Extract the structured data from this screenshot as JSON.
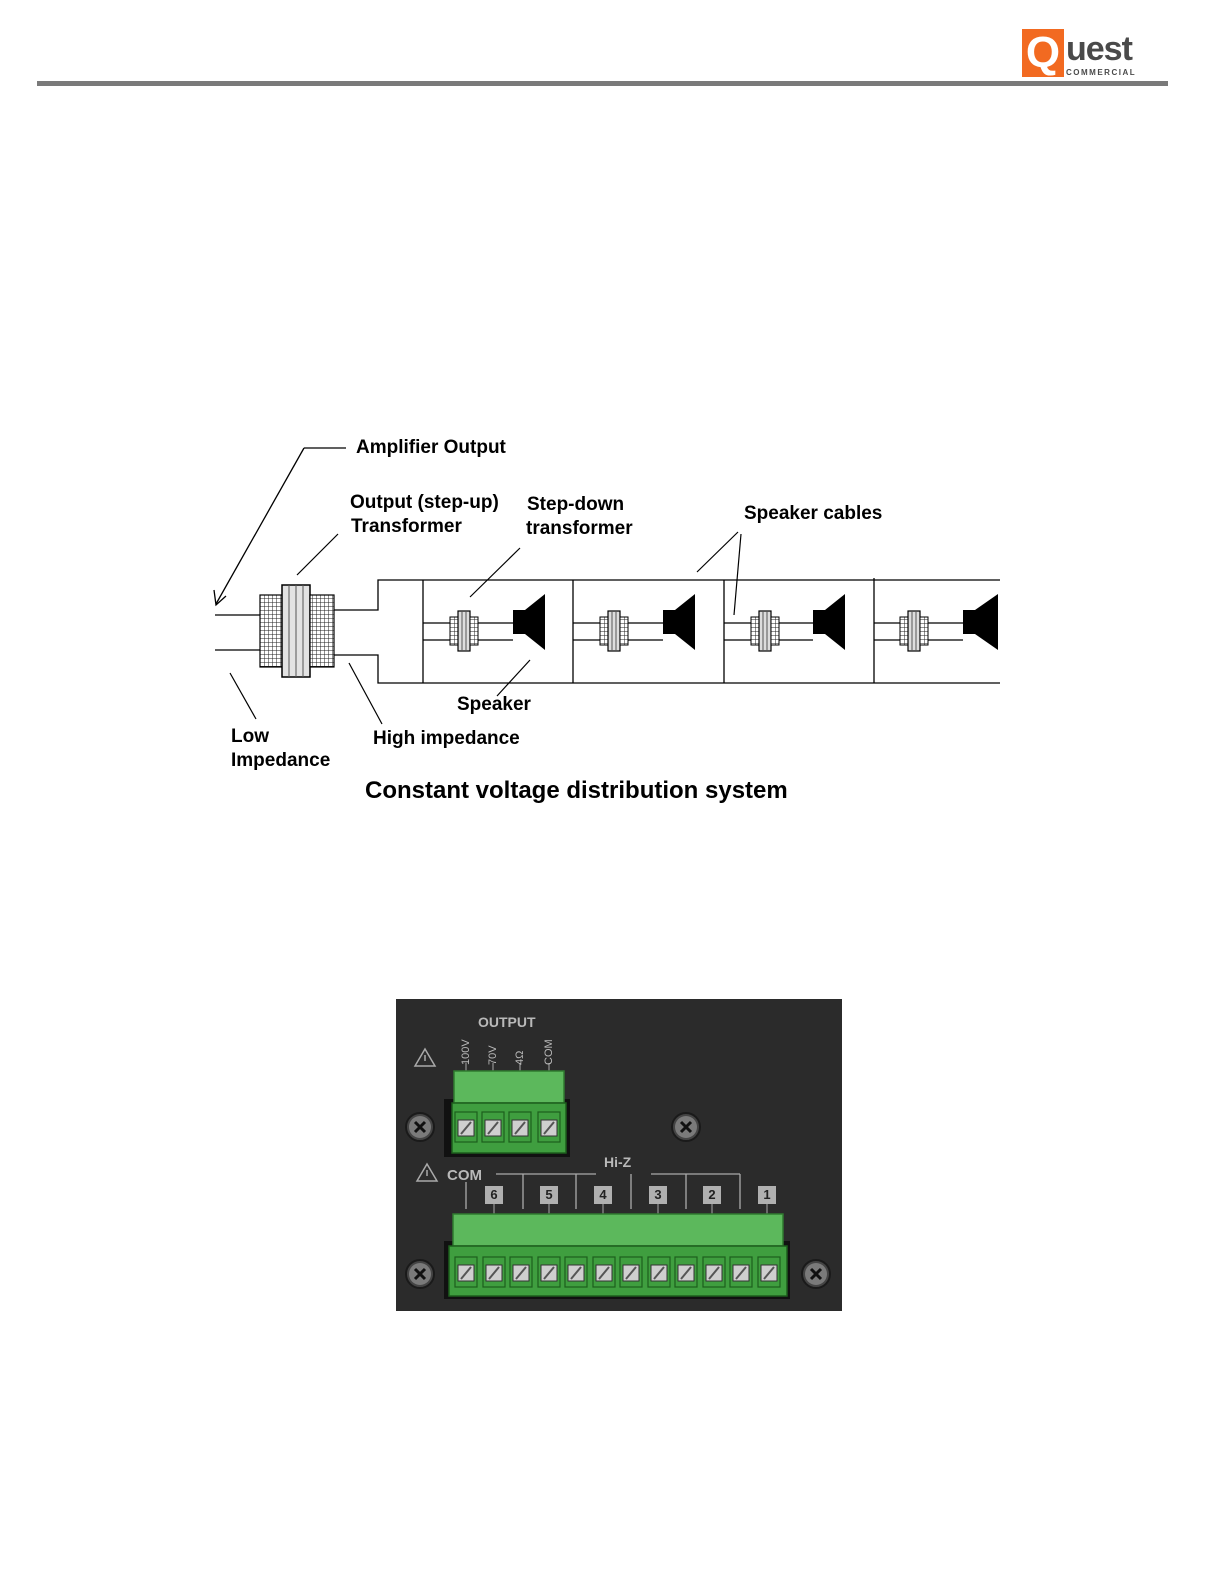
{
  "header": {
    "logo_text": "Quest",
    "logo_subtext": "COMMERCIAL",
    "brand_color": "#f26a21"
  },
  "diagram": {
    "labels": {
      "amplifier_output": "Amplifier Output",
      "step_up_line1": "Output (step-up)",
      "step_up_line2": "Transformer",
      "step_down_line1": "Step-down",
      "step_down_line2": "transformer",
      "speaker_cables": "Speaker cables",
      "speaker": "Speaker",
      "low_line1": "Low",
      "low_line2": "Impedance",
      "high_impedance": "High impedance"
    },
    "caption": "Constant voltage distribution system"
  },
  "panel": {
    "output_label": "OUTPUT",
    "output_terminals": [
      "100V",
      "70V",
      "4Ω",
      "COM"
    ],
    "com_label": "COM",
    "hiz_label": "Hi-Z",
    "zone_numbers": [
      "6",
      "5",
      "4",
      "3",
      "2",
      "1"
    ],
    "connector_color": "#5cb85c"
  }
}
